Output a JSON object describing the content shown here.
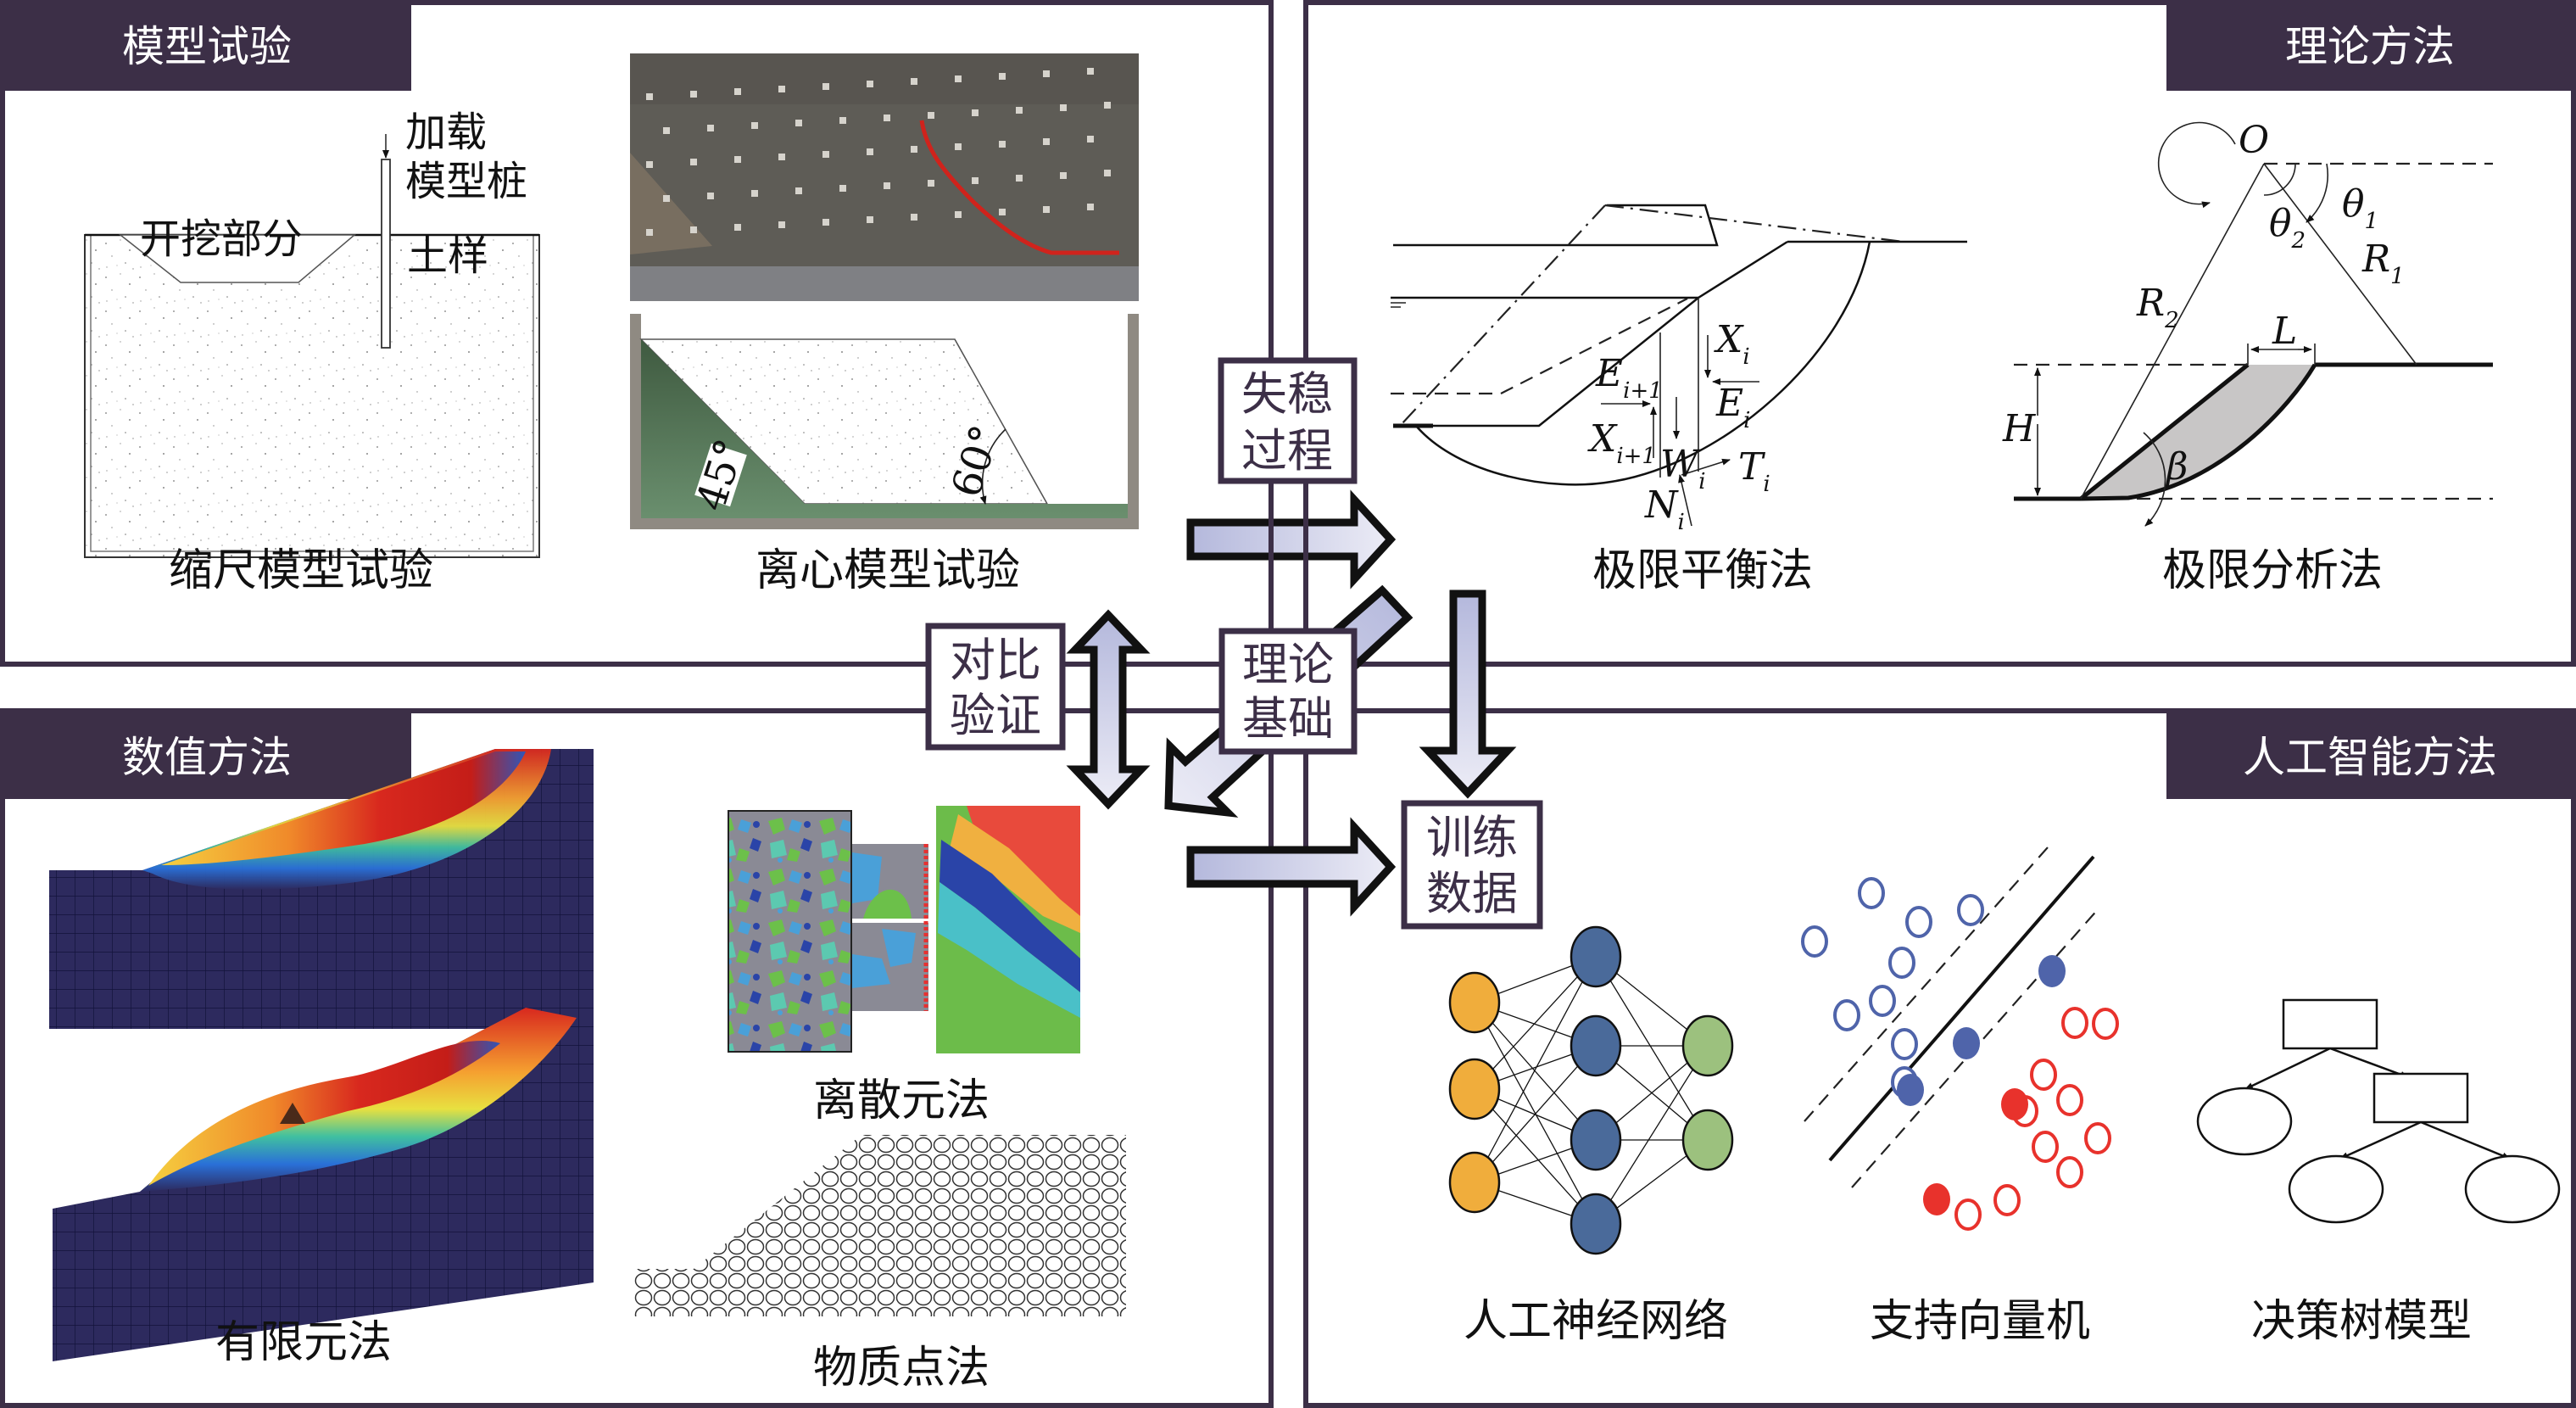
{
  "panels": {
    "model_test": {
      "title": "模型试验",
      "scale_model": {
        "caption": "缩尺模型试验",
        "label_loading": "加载",
        "label_pile": "模型桩",
        "label_excavation": "开挖部分",
        "label_soil": "土样"
      },
      "centrifuge": {
        "caption": "离心模型试验",
        "angle_left": "45°",
        "angle_right": "60°"
      }
    },
    "theory": {
      "title": "理论方法",
      "limit_equilibrium": {
        "caption": "极限平衡法",
        "symbols": {
          "Xi": "X",
          "Xi_sub": "i",
          "Ei1": "E",
          "Ei1_sub": "i+1",
          "Ei": "E",
          "Ei_sub": "i",
          "Xi1": "X",
          "Xi1_sub": "i+1",
          "Wi": "W",
          "Wi_sub": "i",
          "Ti": "T",
          "Ti_sub": "i",
          "Ni": "N",
          "Ni_sub": "i"
        }
      },
      "limit_analysis": {
        "caption": "极限分析法",
        "symbols": {
          "O": "O",
          "theta1": "θ",
          "theta1_sub": "1",
          "theta2": "θ",
          "theta2_sub": "2",
          "R1": "R",
          "R1_sub": "1",
          "R2": "R",
          "R2_sub": "2",
          "L": "L",
          "H": "H",
          "beta": "β"
        }
      }
    },
    "numerical": {
      "title": "数值方法",
      "fem_caption": "有限元法",
      "dem_caption": "离散元法",
      "mpm_caption": "物质点法"
    },
    "ai": {
      "title": "人工智能方法",
      "ann_caption": "人工神经网络",
      "svm_caption": "支持向量机",
      "tree_caption": "决策树模型"
    }
  },
  "connectors": {
    "instability_process": [
      "失稳",
      "过程"
    ],
    "comparison_validation": [
      "对比",
      "验证"
    ],
    "theoretical_basis": [
      "理论",
      "基础"
    ],
    "training_data": [
      "训练",
      "数据"
    ]
  },
  "colors": {
    "frame": "#3c2f47",
    "arrow_fill_start": "#b4b8dc",
    "arrow_fill_end": "#e8e8f4",
    "ann_input": "#f0ad3c",
    "ann_hidden": "#4a6a9a",
    "ann_output": "#9cc17e",
    "svm_blue": "#4f64aa",
    "svm_red": "#e8322c",
    "fem_mesh": "#2d2a5e"
  }
}
